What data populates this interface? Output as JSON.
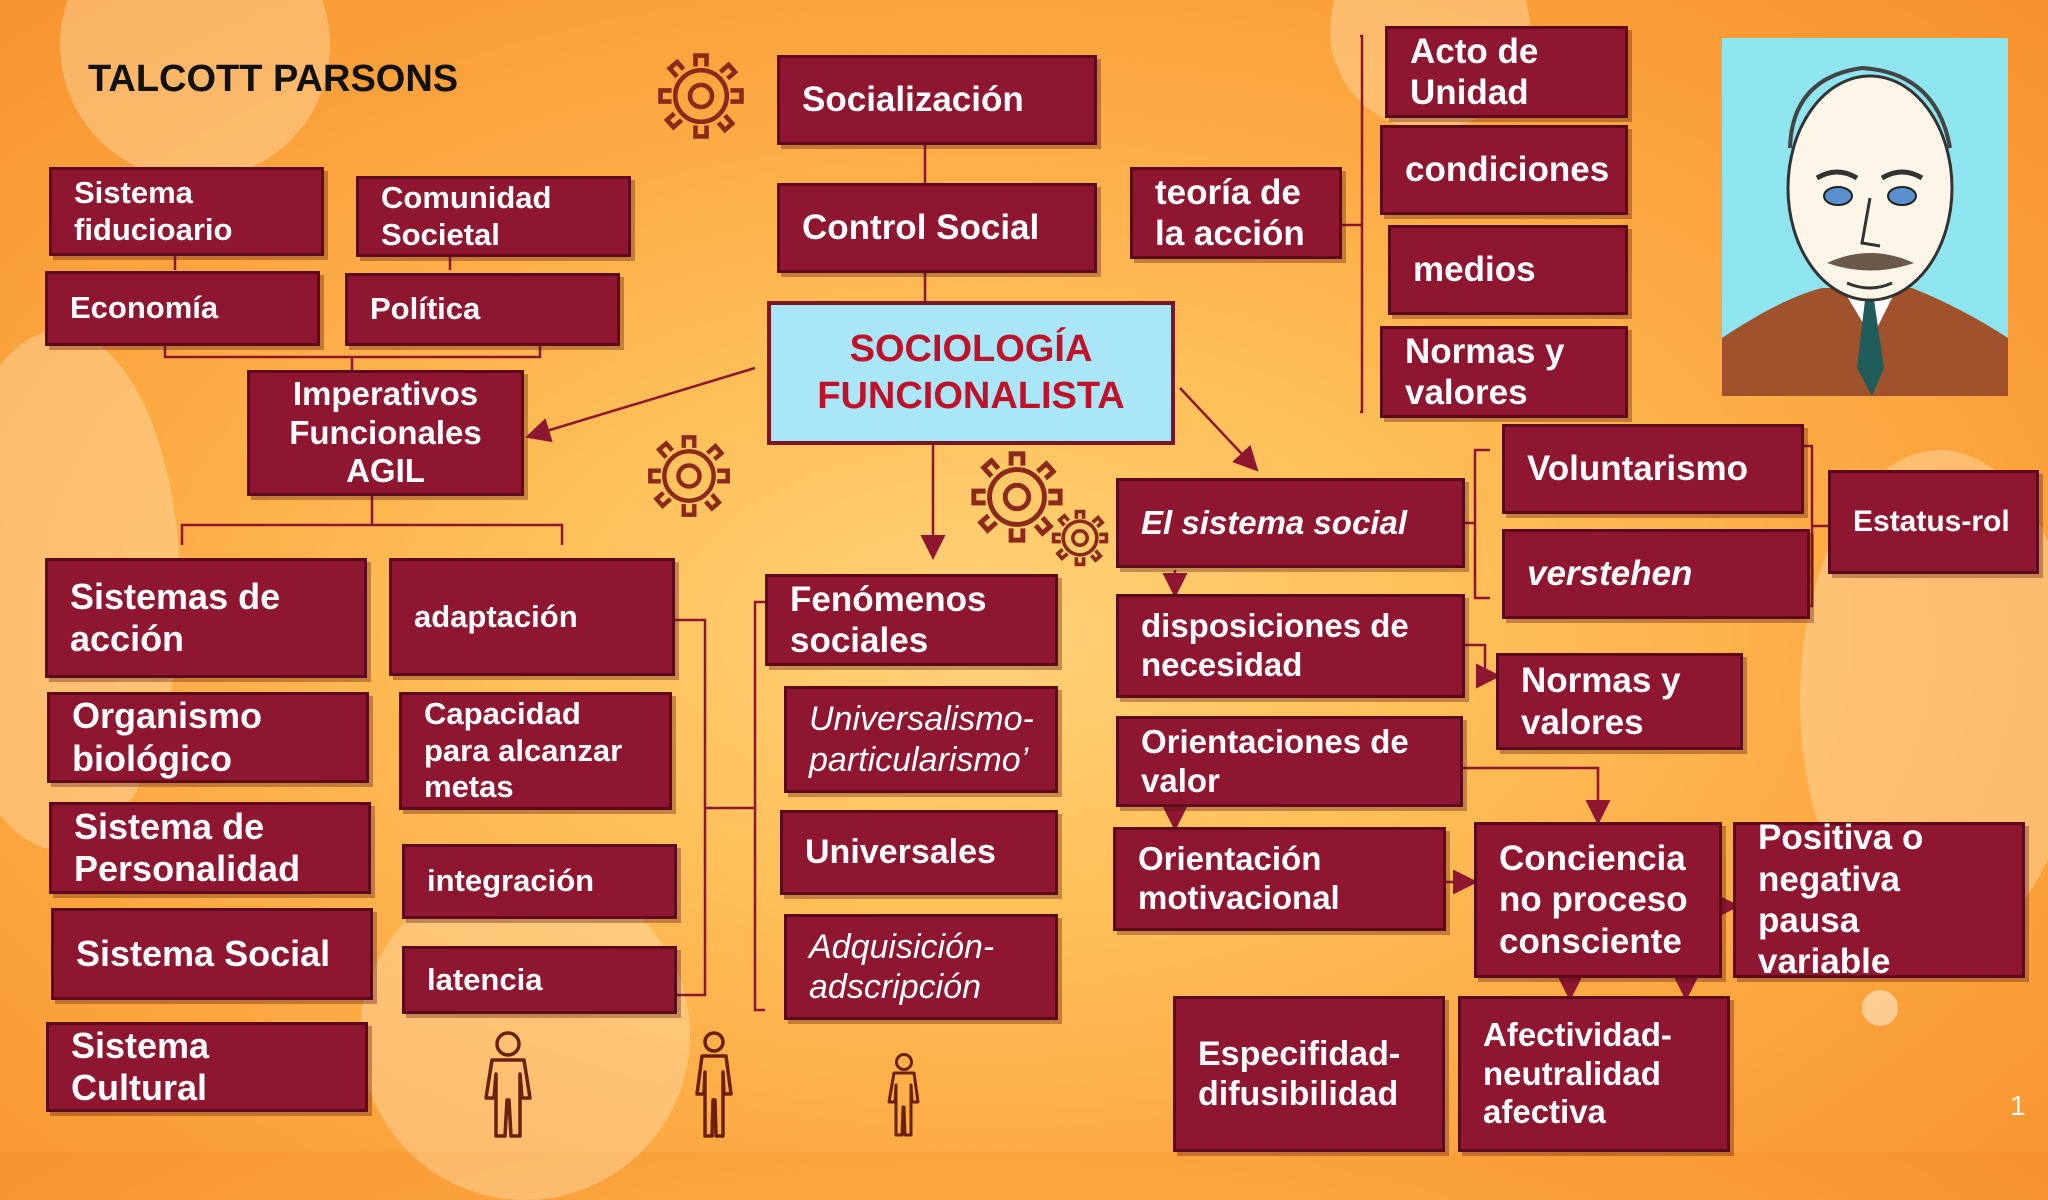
{
  "title": "TALCOTT PARSONS",
  "center": "SOCIOLOGÍA\nFUNCIONALISTA",
  "top_chain": {
    "socializacion": "Socialización",
    "control_social": "Control Social"
  },
  "agil": {
    "fiduciario": "Sistema\nfiducioario",
    "comunidad": "Comunidad\nSocietal",
    "economia": "Economía",
    "politica": "Política",
    "imperativos": "Imperativos\nFuncionales\nAGIL"
  },
  "sistemas": {
    "accion": "Sistemas de\nacción",
    "organismo": "Organismo\nbiológico",
    "personalidad": "Sistema de\nPersonalidad",
    "social": "Sistema Social",
    "cultural": "Sistema Cultural"
  },
  "funciones": {
    "adaptacion": "adaptación",
    "metas": "Capacidad\npara alcanzar\nmetas",
    "integracion": "integración",
    "latencia": "latencia"
  },
  "fenomenos": {
    "titulo": "Fenómenos\nsociales",
    "universalismo": "Universalismo-\nparticularismo’",
    "universales": "Universales",
    "adquisicion": "Adquisición-\nadscripción"
  },
  "teoria": {
    "titulo": "teoría de\nla acción",
    "acto": "Acto de\nUnidad",
    "condiciones": "condiciones",
    "medios": "medios",
    "normas": "Normas y\nvalores"
  },
  "sistema_social": {
    "titulo": "El sistema social",
    "voluntarismo": "Voluntarismo",
    "verstehen": "verstehen",
    "estatus": "Estatus-rol",
    "disposiciones": "disposiciones de\nnecesidad",
    "normas": "Normas y\nvalores",
    "orientaciones_valor": "Orientaciones de\nvalor",
    "orientacion_motivacional": "Orientación\nmotivacional",
    "conciencia": "Conciencia\nno proceso\nconsciente",
    "positiva": "Positiva o\nnegativa\npausa variable",
    "especificidad": "Especifidad-\ndifusibilidad",
    "afectividad": "Afectividad-\nneutralidad\nafectiva"
  },
  "slide_number": "1",
  "icons": [
    "gear-icon",
    "person-icon",
    "portrait-illustration"
  ],
  "colors": {
    "box": "#8e1630",
    "box_border": "#5c0b1c",
    "center_bg": "#a9e6f7",
    "center_text": "#c0112b",
    "background": "#fca640"
  }
}
